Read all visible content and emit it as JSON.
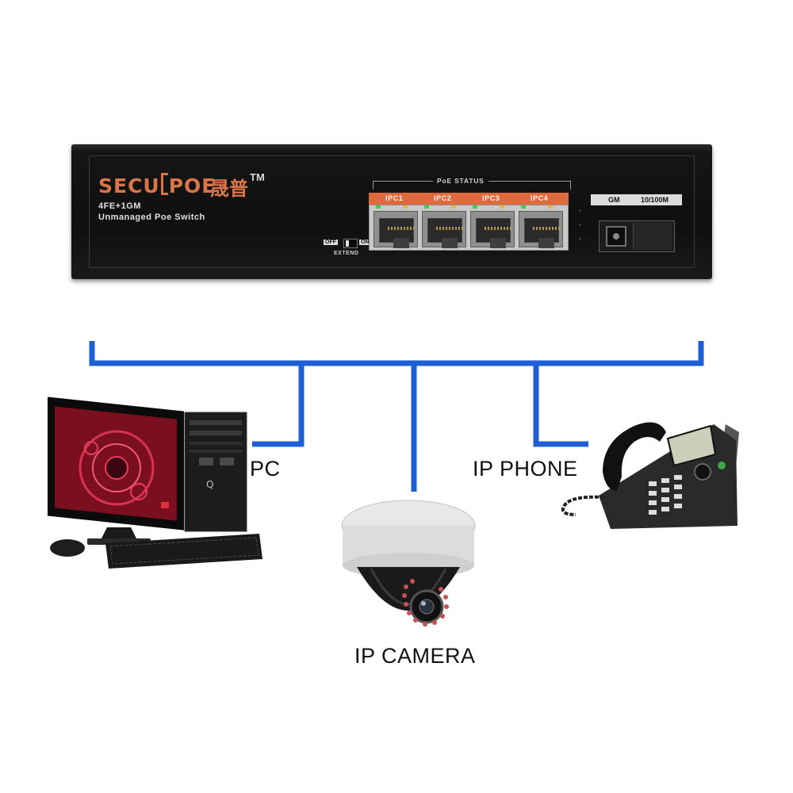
{
  "switch": {
    "brand_left": "SECU",
    "brand_right": "POE",
    "brand_cn": "晟普",
    "trademark": "TM",
    "model": "4FE+1GM",
    "subtitle": "Unmanaged Poe Switch",
    "poe_status": "PoE STATUS",
    "ports": [
      "IPC1",
      "IPC2",
      "IPC3",
      "IPC4"
    ],
    "extend_off": "OFF",
    "extend_on": "ON",
    "extend_label": "EXTEND",
    "gm_label": "GM",
    "gm_speed": "10/100M",
    "colors": {
      "body": "#111111",
      "accent": "#e06a3c",
      "brand": "#d9754a"
    }
  },
  "network": {
    "line_color": "#1f5fd6"
  },
  "devices": {
    "pc": "PC",
    "ip_camera": "IP CAMERA",
    "ip_phone": "IP PHONE"
  }
}
